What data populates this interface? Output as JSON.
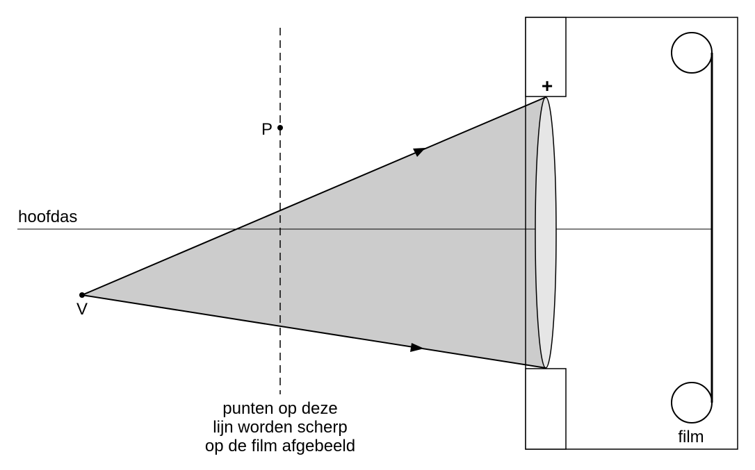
{
  "labels": {
    "axis": "hoofdas",
    "point_p": "P",
    "point_v": "V",
    "lens_sign": "+",
    "film": "film",
    "focus_note": [
      "punten op deze",
      "lijn worden scherp",
      "op de film afgebeeld"
    ]
  },
  "colors": {
    "ink": "#000000",
    "beam_fill": "#cccccc",
    "lens_fill": "#e6e6e6",
    "background": "#ffffff"
  }
}
